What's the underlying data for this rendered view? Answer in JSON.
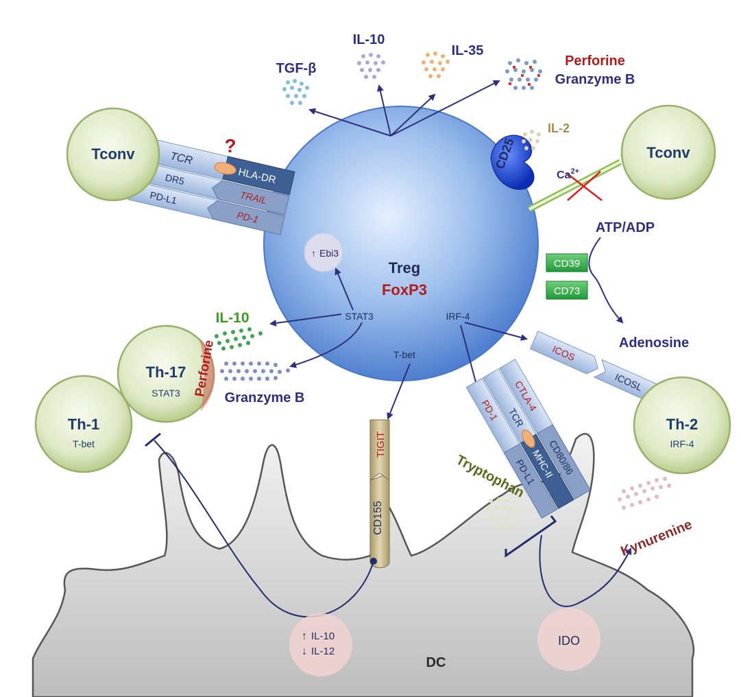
{
  "colors": {
    "navy": "#2e2e7e",
    "red": "#b01c1c",
    "green": "#3e9a22",
    "olive_text": "#5a6a1c",
    "cell_green": "#dde8c0",
    "treg_blue": "#7fa8e0",
    "dc_gray": "#c8c8c8",
    "receptor_green": "#2fb34a",
    "beige_receptor": "#c9b98e"
  },
  "cytokines_top": {
    "tgf_beta": "TGF-β",
    "il10": "IL-10",
    "il35": "IL-35",
    "perforine": "Perforine",
    "granzyme_b": "Granzyme B"
  },
  "treg": {
    "name": "Treg",
    "foxp3": "FoxP3",
    "ebi3": "Ebi3",
    "stat3": "STAT3",
    "irf4": "IRF-4",
    "tbet": "T-bet"
  },
  "upper_left": {
    "tconv": "Tconv",
    "question": "?",
    "tcr": "TCR",
    "hla_dr": "HLA-DR",
    "dr5": "DR5",
    "trail": "TRAIL",
    "pd_l1": "PD-L1",
    "pd_1": "PD-1"
  },
  "upper_right": {
    "cd25": "CD25",
    "il2": "IL-2",
    "ca_label": "Ca",
    "ca_sup": "2+",
    "tconv": "Tconv"
  },
  "adenosine": {
    "atp_adp": "ATP/ADP",
    "cd39": "CD39",
    "cd73": "CD73",
    "adenosine": "Adenosine"
  },
  "left_cells": {
    "il10": "IL-10",
    "th17": "Th-17",
    "th17_sub": "STAT3",
    "perforine": "Perforine",
    "granzyme_b": "Granzyme B",
    "th1": "Th-1",
    "th1_sub": "T-bet"
  },
  "right_cells": {
    "icos": "ICOS",
    "icosl": "ICOSL",
    "pd1": "PD-1",
    "tcr": "TCR",
    "pdl1": "PD-L1",
    "mhc2": "MHC-II",
    "ctla4": "CTLA-4",
    "cd8086": "CD80/86",
    "th2": "Th-2",
    "th2_sub": "IRF-4"
  },
  "dc": {
    "tigit": "TIGIT",
    "cd155": "CD155",
    "tryptophan": "Tryptophan",
    "kynurenine": "Kynurenine",
    "il10_up": "IL-10",
    "il12_down": "IL-12",
    "ido": "IDO",
    "dc": "DC"
  }
}
